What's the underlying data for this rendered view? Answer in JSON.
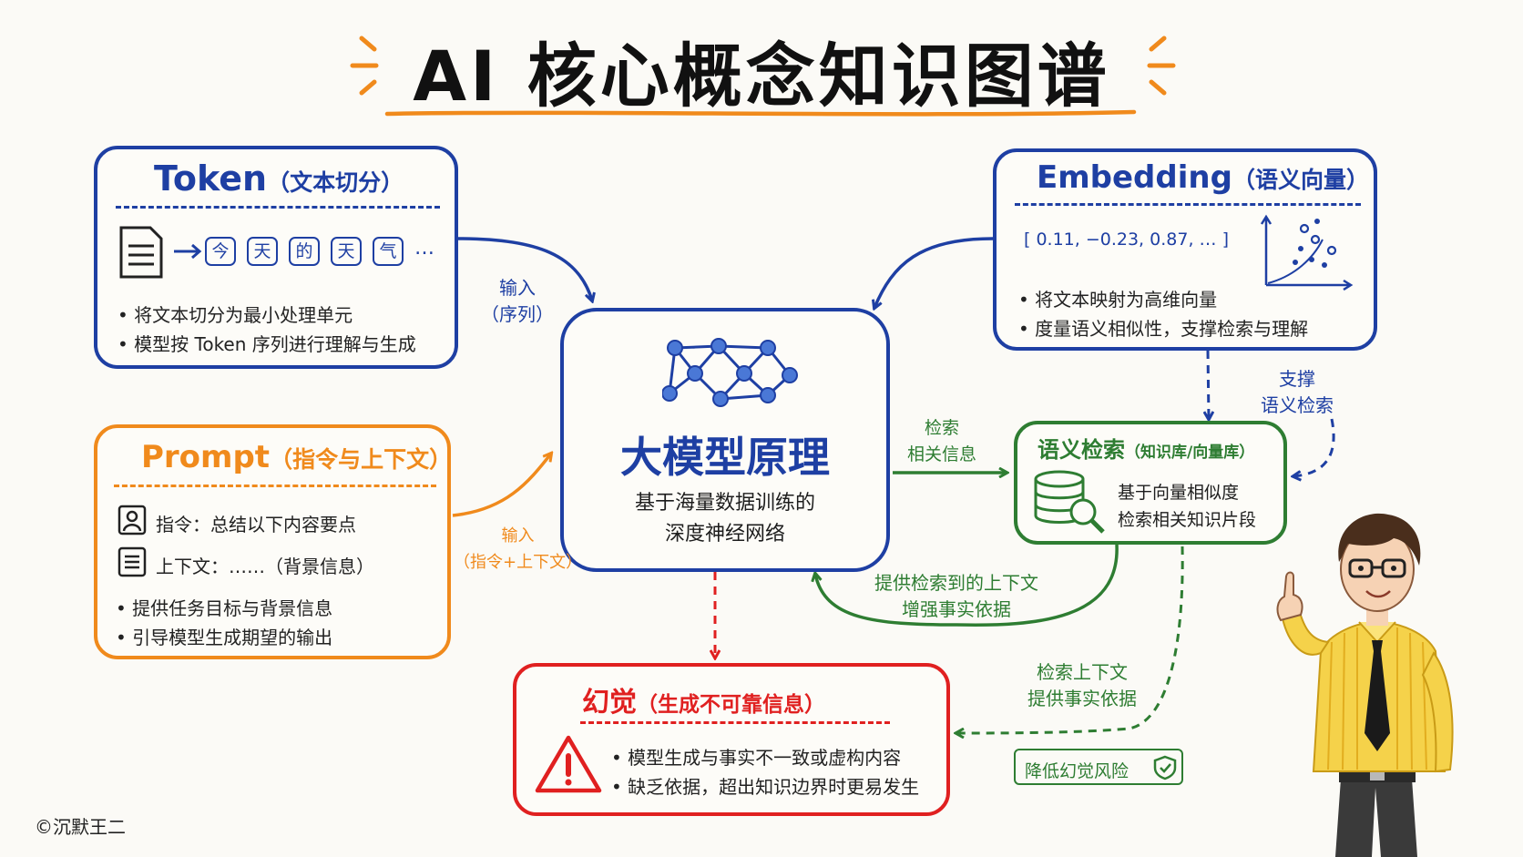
{
  "title": "AI 核心概念知识图谱",
  "token": {
    "title": "Token",
    "subtitle": "（文本切分）",
    "chips": [
      "今",
      "天",
      "的",
      "天",
      "气"
    ],
    "ellipsis": "…",
    "bullets": [
      "• 将文本切分为最小处理单元",
      "• 模型按 Token 序列进行理解与生成"
    ]
  },
  "embedding": {
    "title": "Embedding",
    "subtitle": "（语义向量）",
    "vector": "[ 0.11, −0.23, 0.87, … ]",
    "bullets": [
      "• 将文本映射为高维向量",
      "• 度量语义相似性，支撑检索与理解"
    ]
  },
  "prompt": {
    "title": "Prompt",
    "subtitle": "（指令与上下文）",
    "instruction": "指令：总结以下内容要点",
    "context": "上下文：……（背景信息）",
    "bullets": [
      "• 提供任务目标与背景信息",
      "• 引导模型生成期望的输出"
    ]
  },
  "core": {
    "title": "大模型原理",
    "desc_line1": "基于海量数据训练的",
    "desc_line2": "深度神经网络"
  },
  "retrieval": {
    "title": "语义检索",
    "subtitle": "（知识库/向量库）",
    "desc_line1": "基于向量相似度",
    "desc_line2": "检索相关知识片段"
  },
  "hallucination": {
    "title": "幻觉",
    "subtitle": "（生成不可靠信息）",
    "bullets": [
      "• 模型生成与事实不一致或虚构内容",
      "• 缺乏依据，超出知识边界时更易发生"
    ]
  },
  "labels": {
    "token_input_1": "输入",
    "token_input_2": "（序列）",
    "prompt_input_1": "输入",
    "prompt_input_2": "（指令+上下文）",
    "support_1": "支撑",
    "support_2": "语义检索",
    "search_1": "检索",
    "search_2": "相关信息",
    "provide_1": "提供检索到的上下文",
    "provide_2": "增强事实依据",
    "ctx_1": "检索上下文",
    "ctx_2": "提供事实依据"
  },
  "badge": "降低幻觉风险",
  "copyright": "©沉默王二",
  "colors": {
    "blue": "#1e3fa3",
    "orange": "#f08a1c",
    "green": "#2e7d32",
    "red": "#e02020"
  }
}
